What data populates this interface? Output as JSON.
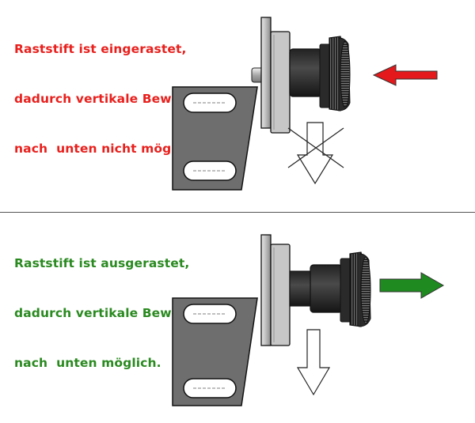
{
  "top": {
    "lines": [
      "Raststift ist eingerastet,",
      "dadurch vertikale Bewegung",
      "nach  unten nicht möglich."
    ],
    "color": "#e8201d",
    "arrow_color": "#e3191b"
  },
  "bottom": {
    "lines": [
      "Raststift ist ausgerastet,",
      "dadurch vertikale Bewegung",
      "nach  unten möglich."
    ],
    "color": "#2a8a20",
    "arrow_color": "#1f8a1f"
  }
}
